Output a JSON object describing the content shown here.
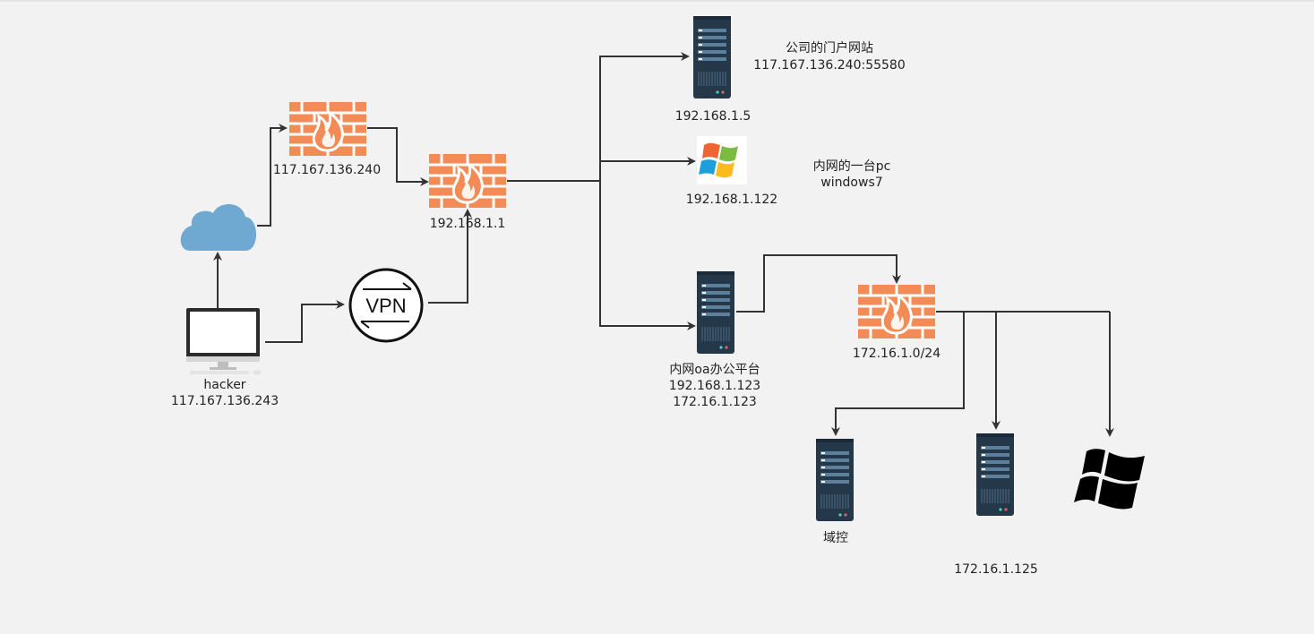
{
  "nodes": {
    "hacker": {
      "name": "hacker",
      "ip": "117.167.136.243"
    },
    "fw_edge": {
      "ip": "117.167.136.240"
    },
    "fw_gateway": {
      "ip": "192.168.1.1"
    },
    "vpn": {
      "text": "VPN"
    },
    "portal_server": {
      "ip": "192.168.1.5",
      "desc": "公司的门户网站",
      "desc_addr": "117.167.136.240:55580"
    },
    "win7_pc": {
      "ip": "192.168.1.122",
      "desc": "内网的一台pc",
      "desc_os": "windows7"
    },
    "oa_server": {
      "name": "内网oa办公平台",
      "ip1": "192.168.1.123",
      "ip2": "172.16.1.123"
    },
    "fw_internal": {
      "subnet": "172.16.1.0/24"
    },
    "domain_controller": {
      "name": "域控"
    },
    "server_125": {
      "ip": "172.16.1.125"
    }
  },
  "icons": [
    "cloud-icon",
    "firewall-icon",
    "server-icon",
    "windows-xp-logo-icon",
    "windows-logo-icon",
    "vpn-icon",
    "computer-monitor-icon"
  ],
  "colors": {
    "firewall": "#f28b56",
    "cloud": "#6fa8d0",
    "server": "#25384a",
    "connector": "#333333"
  }
}
